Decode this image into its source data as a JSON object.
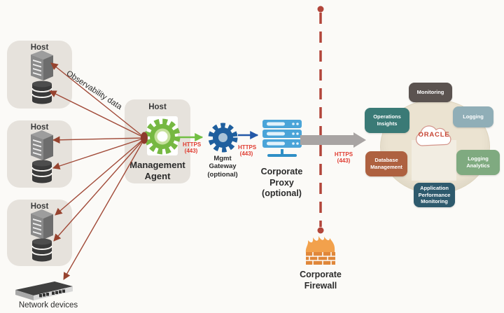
{
  "hosts": [
    {
      "label": "Host"
    },
    {
      "label": "Host"
    },
    {
      "label": "Host"
    }
  ],
  "agent": {
    "host_label": "Host",
    "name": "Management\nAgent"
  },
  "edges": {
    "observability": "Observability data",
    "https_agent_gateway": "HTTPS\n(443)",
    "https_gateway_proxy": "HTTPS\n(443)",
    "https_proxy_cloud": "HTTPS\n(443)"
  },
  "gateway": {
    "name": "Mgmt\nGateway\n(optional)"
  },
  "proxy": {
    "name": "Corporate\nProxy\n(optional)"
  },
  "firewall": {
    "name": "Corporate\nFirewall"
  },
  "network_devices": {
    "label": "Network devices"
  },
  "cloud": {
    "logo": "ORACLE",
    "services": [
      {
        "label": "Monitoring",
        "color": "#5b5350",
        "style": "background:#5b5350"
      },
      {
        "label": "Logging",
        "color": "#90aeb7",
        "style": "background:#90aeb7"
      },
      {
        "label": "Operations\nInsights",
        "color": "#3a7a76",
        "style": "background:#3a7a76"
      },
      {
        "label": "Logging Analytics",
        "color": "#7faa80",
        "style": "background:#7faa80"
      },
      {
        "label": "Database\nManagement",
        "color": "#ae6140",
        "style": "background:#ae6140"
      },
      {
        "label": "Application\nPerformance\nMonitoring",
        "color": "#2e5a6d",
        "style": "background:#2e5a6d"
      }
    ]
  },
  "colors": {
    "arrow_red": "#a14a38",
    "https_red": "#e03c31",
    "agent_green": "#76b842",
    "gateway_blue": "#1f5f9e",
    "proxy_blue": "#4aa4d8",
    "firewall_dash_red": "#b2453a",
    "cloud_arrow_gray": "#a8a4a3",
    "oracle_red": "#c74634"
  }
}
